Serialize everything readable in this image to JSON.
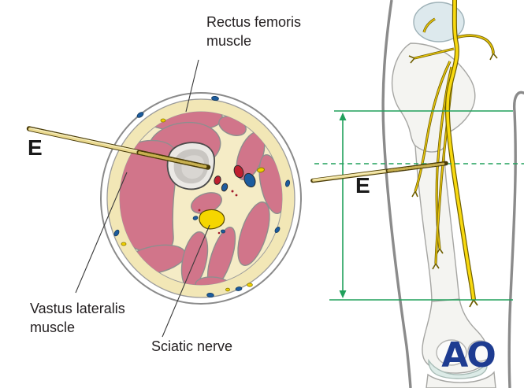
{
  "figure": {
    "description": "Cross-section of thigh with entry point pin (left) and anterolateral view of femur with sciatic nerve and safe-zone reference lines (right)"
  },
  "cross_section_panel": {
    "labels": {
      "rectus_femoris": {
        "line1": "Rectus femoris",
        "line2": "muscle"
      },
      "vastus_lateralis": {
        "line1": "Vastus lateralis",
        "line2": "muscle"
      },
      "sciatic_nerve": "Sciatic nerve",
      "entry_marker": "E"
    }
  },
  "femur_panel": {
    "entry_marker": "E",
    "logo": "AO"
  },
  "colors": {
    "muscle_pink": "#d1758a",
    "fat_cream": "#f2e7b6",
    "inner_fascia_cream": "#f5ecc6",
    "bone_cortex": "#ebe9e5",
    "bone_marrow": "#c9c6c2",
    "nerve_yellow": "#f5d600",
    "artery_red": "#bf2030",
    "vein_blue": "#1d5c9e",
    "pin_gold": "#ead98f",
    "pin_outline": "#4a3c08",
    "measure_green": "#21a05c",
    "silhouette_gray": "#8b8b8b",
    "femoral_head_blue": "#dde9ed",
    "cartilage_blue": "#dcebe7",
    "logo_blue": "#1e3c91"
  }
}
